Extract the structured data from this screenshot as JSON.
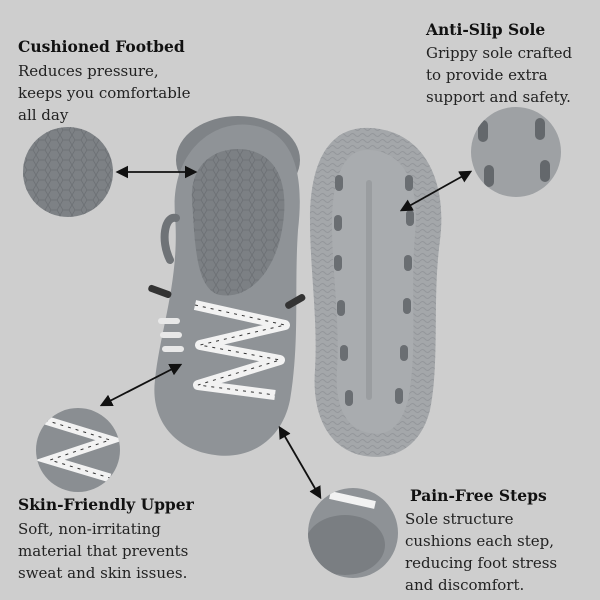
{
  "features": [
    {
      "id": "cushioned-footbed",
      "title": "Cushioned Footbed",
      "lines": [
        "Reduces pressure,",
        "keeps you comfortable",
        "all day"
      ]
    },
    {
      "id": "anti-slip-sole",
      "title": "Anti-Slip Sole",
      "lines": [
        "Grippy sole crafted",
        "to provide extra",
        "support and safety."
      ]
    },
    {
      "id": "skin-friendly-upper",
      "title": "Skin-Friendly Upper",
      "lines": [
        "Soft, non-irritating",
        "material that prevents",
        "sweat and skin issues."
      ]
    },
    {
      "id": "pain-free-steps",
      "title": "Pain-Free Steps",
      "lines": [
        "Sole structure",
        "cushions each step,",
        "reducing foot stress",
        "and discomfort."
      ]
    }
  ],
  "colors": {
    "background": "#cecece",
    "clog": "#8f9397",
    "clog_dark": "#6f7377",
    "sole": "#a4a7aa",
    "lace": "#f2f2f2",
    "text": "#111111"
  }
}
